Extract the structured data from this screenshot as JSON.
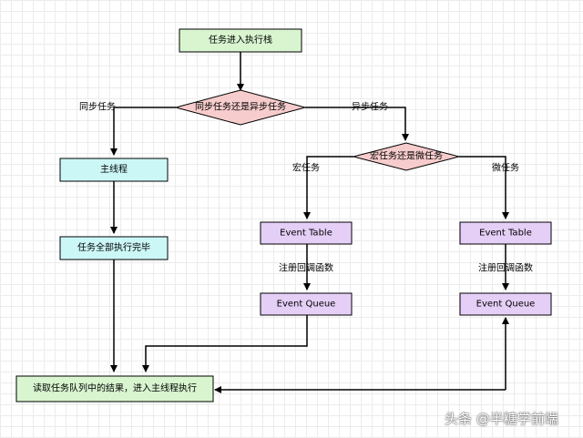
{
  "nodes": {
    "start": "任务进入执行栈",
    "decision_sync_async": "同步任务还是异步任务",
    "main_thread": "主线程",
    "all_done": "任务全部执行完毕",
    "decision_macro_micro": "宏任务还是微任务",
    "macro_event_table": "Event Table",
    "micro_event_table": "Event Table",
    "macro_event_queue": "Event Queue",
    "micro_event_queue": "Event Queue",
    "read_queue": "读取任务队列中的结果，进入主线程执行"
  },
  "edges": {
    "sync": "同步任务",
    "async": "异步任务",
    "macro": "宏任务",
    "micro": "微任务",
    "macro_register": "注册回调函数",
    "micro_register": "注册回调函数"
  },
  "watermark": "头条 @半糖学前端",
  "colors": {
    "green": "#d8f5d0",
    "pink": "#f7cccc",
    "cyan": "#ccf7f7",
    "purple": "#e5cff7"
  }
}
